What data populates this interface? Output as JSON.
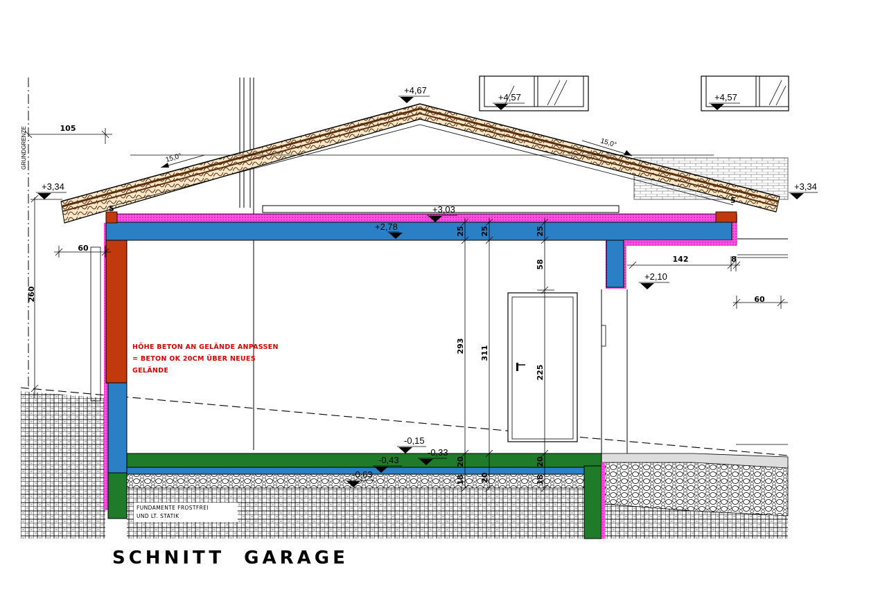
{
  "title": "SCHNITT  GARAGE",
  "property_line_label": "GRUNDGRENZE",
  "notes": {
    "concrete_height": [
      "HÖHE BETON AN GELÄNDE ANPASSEN",
      "= BETON OK  20CM ÜBER NEUES",
      "GELÄNDE"
    ],
    "foundation": [
      "FUNDAMENTE FROSTFREI",
      "UND LT. STATIK"
    ]
  },
  "levels": {
    "ridge": "+4,67",
    "window_left": "+4,57",
    "window_right": "+4,57",
    "eave_left": "+3,34",
    "eave_right": "+3,34",
    "roof_top": "+3,03",
    "slab_bottom": "+2,78",
    "lintel": "+2,10",
    "floor_top": "-0,15",
    "floor_mid": "-0,33",
    "floor_base": "-0,43",
    "gravel_bottom": "-0,63"
  },
  "roof_pitch_left": "15,0°",
  "roof_pitch_right": "15,0°",
  "dimensions": {
    "overhang_left": "105",
    "wall_height": "260",
    "left_offset": "60",
    "right_offset": "60",
    "right_wall": "142",
    "right_small": "8",
    "slab_a": "25",
    "slab_b": "25",
    "slab_c": "25",
    "lintel_h": "58",
    "clear_height": "293",
    "total_height": "311",
    "door_height": "225",
    "floor_a": "20",
    "floor_b": "18",
    "floor_c": "20",
    "floor_d": "20",
    "floor_e": "18",
    "corner_left": "5",
    "corner_right": "5"
  },
  "colors": {
    "concrete_slab": "#2b7fc4",
    "insulation": "#ff4fe0",
    "wall_brick": "#c1390c",
    "floor_slab": "#1f7a2a",
    "timber_dark": "#5a3010",
    "timber_light": "#f0d9b0"
  }
}
